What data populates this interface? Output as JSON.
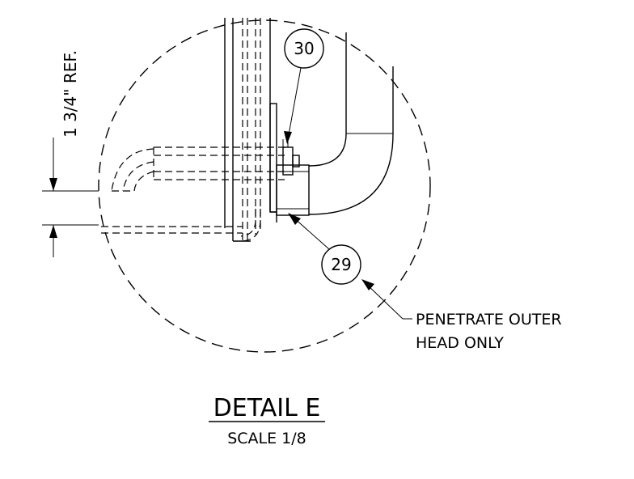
{
  "detail": {
    "title": "DETAIL E",
    "scale": "SCALE 1/8"
  },
  "dimension": {
    "label": "1 3/4\" REF."
  },
  "balloons": [
    {
      "number": "30"
    },
    {
      "number": "29"
    }
  ],
  "note": {
    "line1": "PENETRATE OUTER",
    "line2": "HEAD ONLY"
  }
}
